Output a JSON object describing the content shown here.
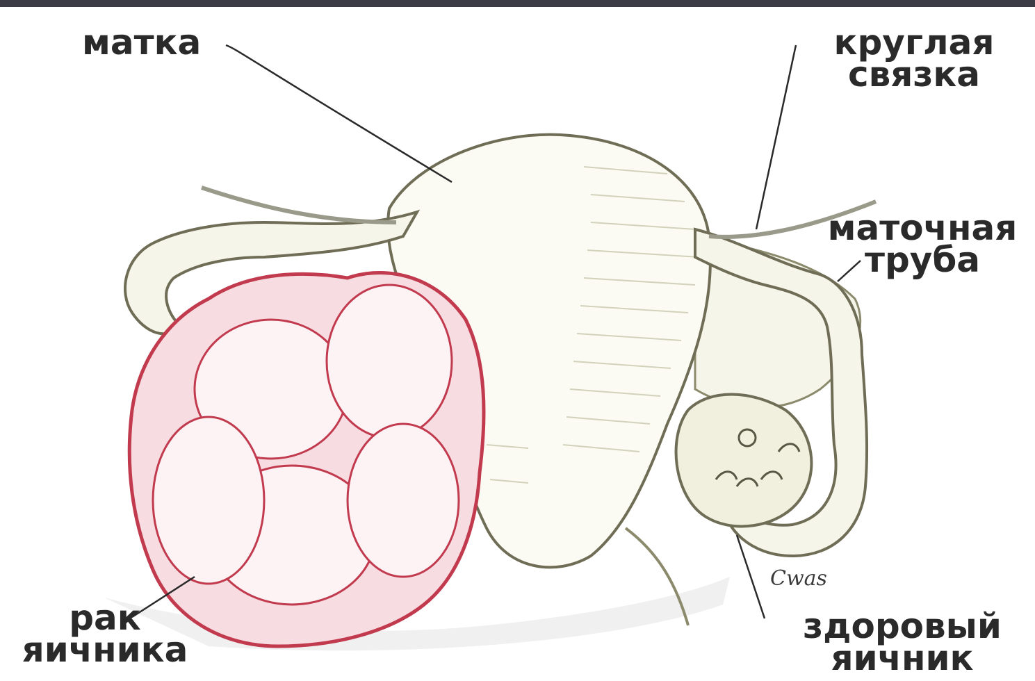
{
  "labels": {
    "uterus": "матка",
    "round_ligament": [
      "круглая",
      "связка"
    ],
    "fallopian_tube": [
      "маточная",
      "труба"
    ],
    "ovarian_cancer": [
      "рак",
      "яичника"
    ],
    "healthy_ovary": [
      "здоровый",
      "яичник"
    ]
  },
  "signature": "Cwas",
  "colors": {
    "topbar": "#3b3b46",
    "organ_outline": "#6f6d55",
    "organ_fill": "#fbfbf3",
    "tumor_outline": "#c23a4e",
    "tumor_fill": "#f7dde1",
    "leader_line": "#2a2a2a"
  }
}
